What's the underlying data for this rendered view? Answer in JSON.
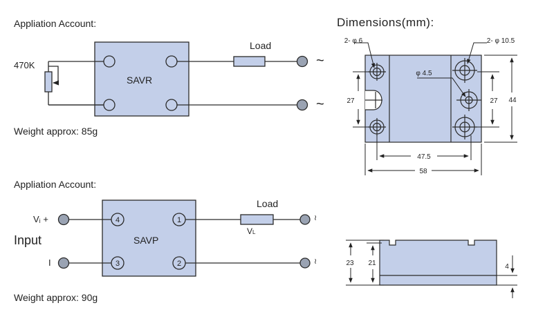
{
  "savr": {
    "heading": "Appliation Account:",
    "resistor_label": "470K",
    "module_label": "SAVR",
    "load_label": "Load",
    "ac_symbol_top": "~",
    "ac_symbol_bottom": "~",
    "weight": "Weight approx: 85g"
  },
  "savp": {
    "heading": "Appliation Account:",
    "vi_label": "Vᵢ +",
    "input_label": "Input",
    "minus_label": "I",
    "module_label": "SAVP",
    "load_label": "Load",
    "vl_label": "V",
    "vl_sub": "L",
    "terminal_4": "4",
    "terminal_1": "1",
    "terminal_3": "3",
    "terminal_2": "2",
    "ac_symbol_top": "≀",
    "ac_symbol_bottom": "≀",
    "weight": "Weight approx: 90g"
  },
  "dimensions": {
    "title": "Dimensions(mm):",
    "small_hole": "2- φ 6",
    "large_hole": "2- φ 10.5",
    "center_hole": "φ 4.5",
    "left_spacing": "27",
    "right_spacing": "27",
    "height": "44",
    "inner_width": "47.5",
    "total_width": "58",
    "side_total": "23",
    "side_body": "21",
    "side_base": "4"
  },
  "colors": {
    "module_fill": "#c3cfe9",
    "module_stroke": "#2a2a2a",
    "terminal_fill": "#9aa3b3"
  }
}
